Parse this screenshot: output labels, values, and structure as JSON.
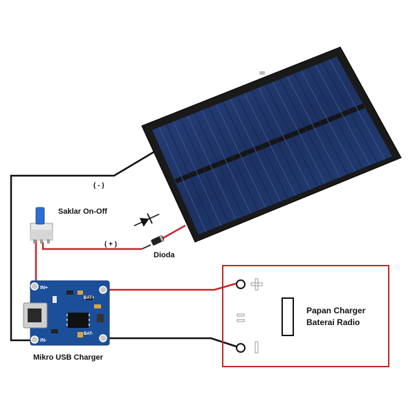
{
  "labels": {
    "negative": "( - )",
    "positive": "( + )",
    "switch": "Saklar On-Off",
    "diode": "Dioda",
    "charger": "Mikro USB Charger",
    "board_line1": "Papan Charger",
    "board_line2": "Baterai Radio"
  },
  "pcb_pins": {
    "in_plus": "IN+",
    "in_minus": "IN-",
    "bat_plus": "BAT+",
    "bat_minus": "BAT-"
  },
  "colors": {
    "wire_red": "#c0282a",
    "wire_black": "#111111",
    "panel_frame": "#1a1a1a",
    "cell_blue": "#1f3466",
    "pcb_blue": "#1c4f9a",
    "board_outline": "#c0282a"
  }
}
